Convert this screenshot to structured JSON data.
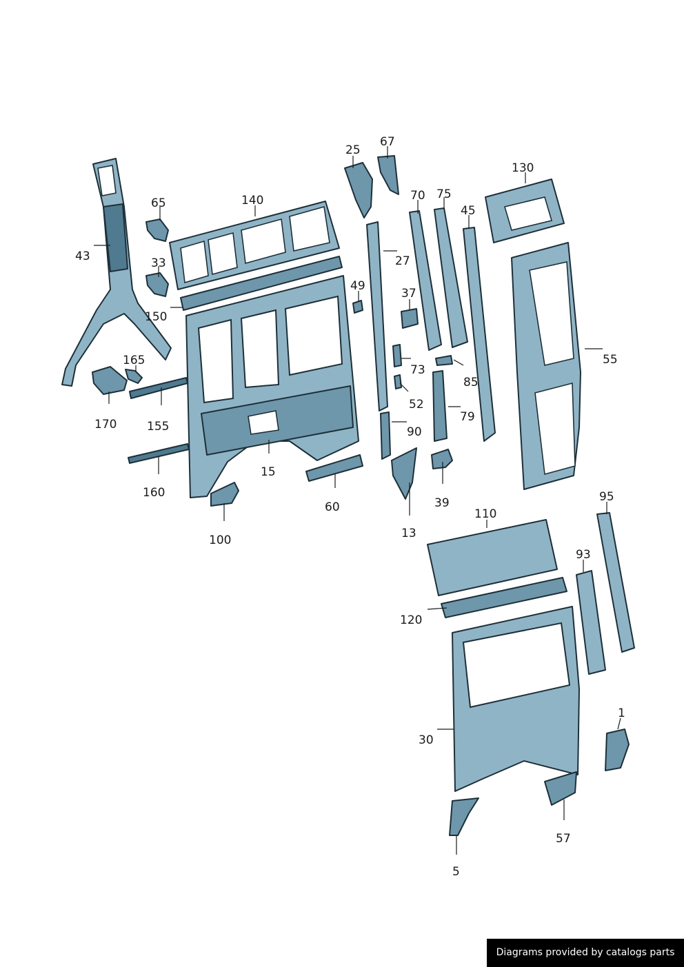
{
  "diagram": {
    "callouts": [
      {
        "id": "43",
        "label": "43"
      },
      {
        "id": "65",
        "label": "65"
      },
      {
        "id": "33",
        "label": "33"
      },
      {
        "id": "140",
        "label": "140"
      },
      {
        "id": "150",
        "label": "150"
      },
      {
        "id": "165",
        "label": "165"
      },
      {
        "id": "170",
        "label": "170"
      },
      {
        "id": "155",
        "label": "155"
      },
      {
        "id": "160",
        "label": "160"
      },
      {
        "id": "15",
        "label": "15"
      },
      {
        "id": "100",
        "label": "100"
      },
      {
        "id": "60",
        "label": "60"
      },
      {
        "id": "25",
        "label": "25"
      },
      {
        "id": "67",
        "label": "67"
      },
      {
        "id": "27",
        "label": "27"
      },
      {
        "id": "49",
        "label": "49"
      },
      {
        "id": "37",
        "label": "37"
      },
      {
        "id": "73",
        "label": "73"
      },
      {
        "id": "52",
        "label": "52"
      },
      {
        "id": "90",
        "label": "90"
      },
      {
        "id": "13",
        "label": "13"
      },
      {
        "id": "70",
        "label": "70"
      },
      {
        "id": "75",
        "label": "75"
      },
      {
        "id": "45",
        "label": "45"
      },
      {
        "id": "85",
        "label": "85"
      },
      {
        "id": "79",
        "label": "79"
      },
      {
        "id": "39",
        "label": "39"
      },
      {
        "id": "130",
        "label": "130"
      },
      {
        "id": "55",
        "label": "55"
      },
      {
        "id": "110",
        "label": "110"
      },
      {
        "id": "120",
        "label": "120"
      },
      {
        "id": "95",
        "label": "95"
      },
      {
        "id": "93",
        "label": "93"
      },
      {
        "id": "30",
        "label": "30"
      },
      {
        "id": "1",
        "label": "1"
      },
      {
        "id": "57",
        "label": "57"
      },
      {
        "id": "5",
        "label": "5"
      }
    ]
  },
  "footer": {
    "credit": "Diagrams provided by catalogs parts"
  },
  "colors": {
    "part_light": "#8fb4c6",
    "part_mid": "#6e97ab",
    "part_dark": "#4f7a90",
    "outline": "#1d2f38"
  }
}
